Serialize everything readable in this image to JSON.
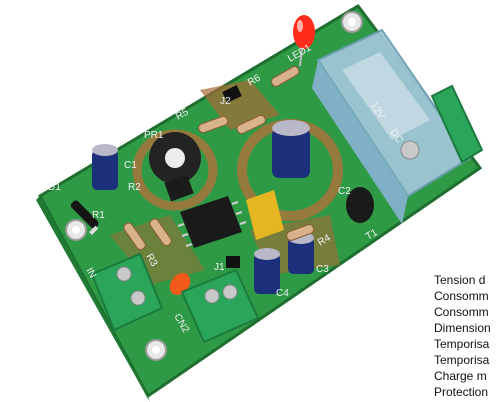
{
  "board": {
    "labels": {
      "led1": "LED1",
      "r6": "R6",
      "j2": "J2",
      "r5": "R5",
      "pr1": "PR1",
      "d1": "D1",
      "r2": "R2",
      "r1": "R1",
      "r3": "R3",
      "r4": "R4",
      "c1": "C1",
      "c2": "C2",
      "c3": "C3",
      "c4": "C4",
      "t1": "T1",
      "j1": "J1",
      "in": "IN",
      "cn2": "CN2",
      "relay_voltage": "12V",
      "relay_dc": "DC"
    },
    "colors": {
      "pcb": "#2f9a45",
      "pcb_dark": "#1f7a34",
      "trace": "#b0703a",
      "terminal": "#2aa55a",
      "relay": "#9fc6d6",
      "led": "#ff2a1a",
      "capacitor": "#1b2f7a"
    }
  },
  "specs": [
    "Tension d",
    "Consomm",
    "Consomm",
    "Dimension",
    "Temporisa",
    "Temporisa",
    "Charge m",
    "Protection"
  ]
}
